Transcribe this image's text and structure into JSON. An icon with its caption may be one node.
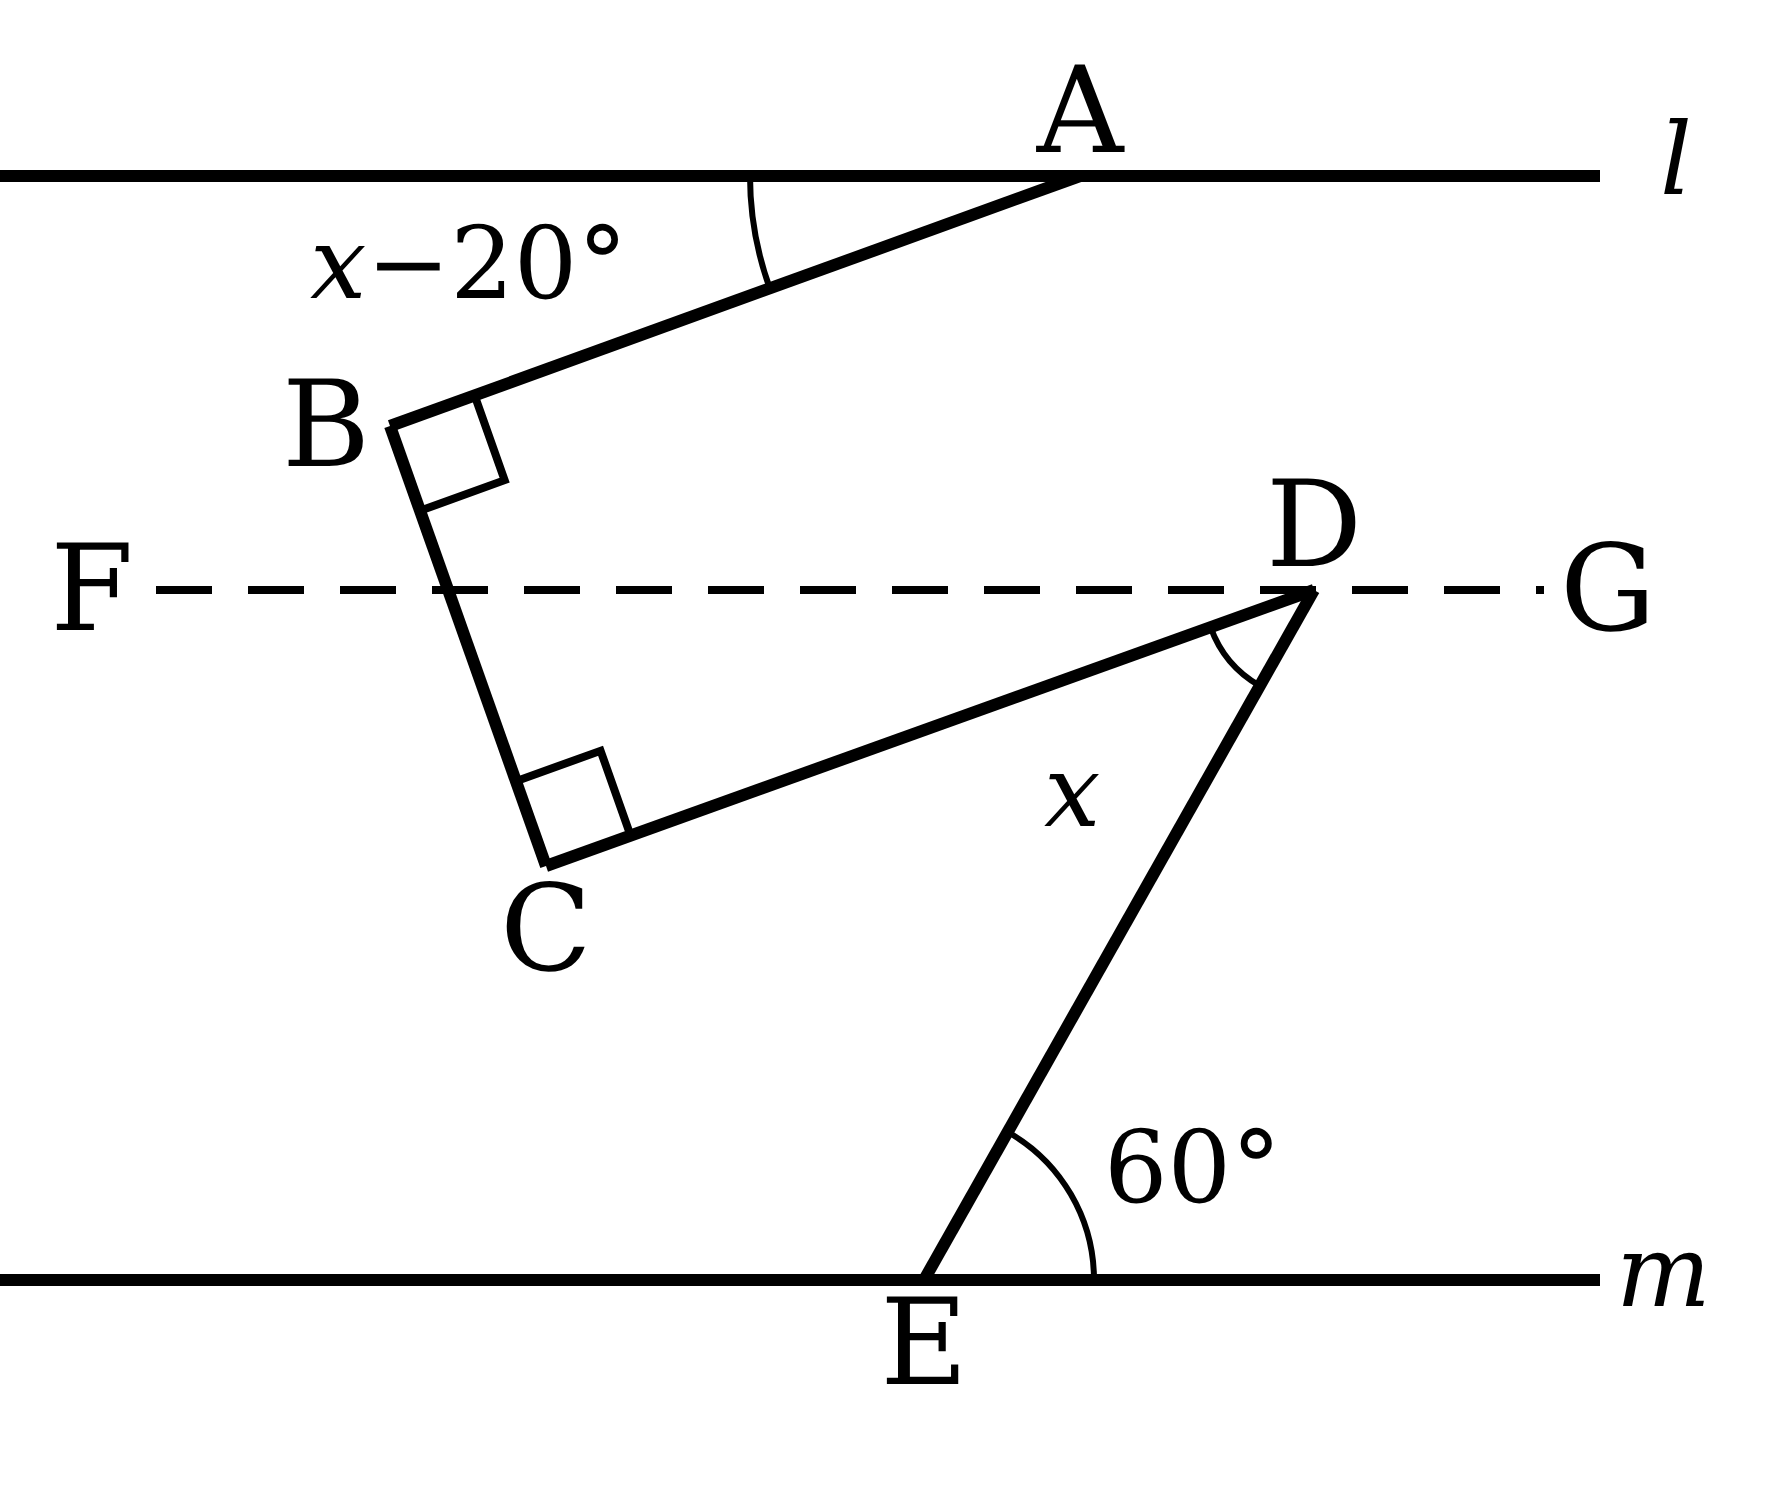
{
  "diagram": {
    "nodes": [
      {
        "text": [
          "A"
        ]
      },
      {
        "text": [
          "B"
        ]
      },
      {
        "text": [
          "D"
        ]
      },
      {
        "text": [
          "F"
        ]
      },
      {
        "text": [
          "G"
        ]
      },
      {
        "text": [
          "C"
        ]
      },
      {
        "text": [
          "E"
        ]
      }
    ],
    "edges": [
      {
        "from": 0,
        "to": 1,
        "arrow": "none"
      },
      {
        "from": 1,
        "to": 5,
        "arrow": "none"
      },
      {
        "from": 5,
        "to": 2,
        "arrow": "none"
      },
      {
        "from": 2,
        "to": 6,
        "arrow": "none"
      },
      {
        "from": 3,
        "to": 4,
        "arrow": "none",
        "style": "dashed"
      }
    ],
    "labels": [
      "l",
      "*x*−20°",
      "x",
      "60°",
      "m"
    ]
  }
}
